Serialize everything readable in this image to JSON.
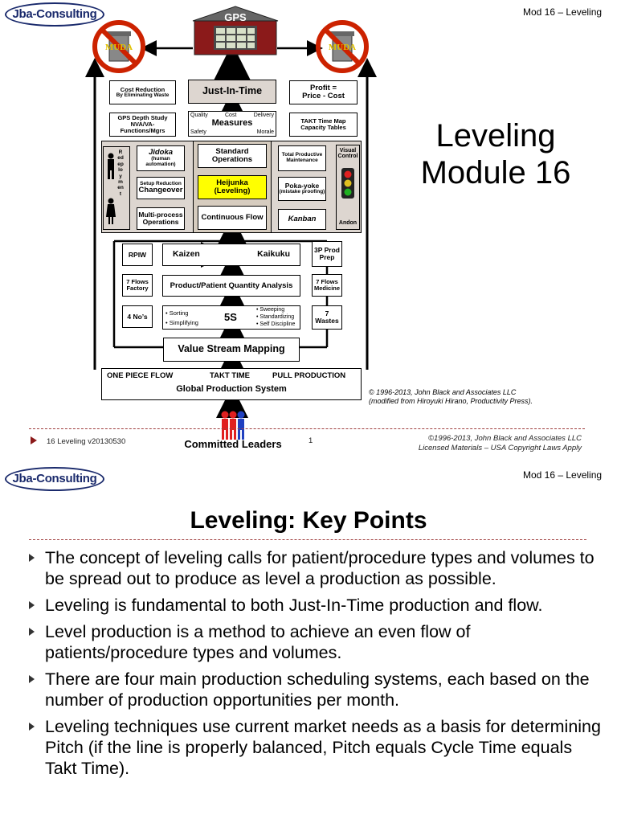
{
  "slide1": {
    "logo": "Jba-Consulting",
    "module_label": "Mod 16 – Leveling",
    "title_line1": "Leveling",
    "title_line2": "Module 16",
    "diagram": {
      "gps": "GPS",
      "muda_left": "MUDA",
      "muda_right": "MUDA",
      "cost_reduction": "Cost Reduction",
      "cost_reduction_sub": "By Eliminating Waste",
      "jit": "Just-In-Time",
      "profit": "Profit =",
      "profit_sub": "Price - Cost",
      "gps_depth": "GPS Depth Study",
      "gps_depth_2": "NVA/VA-",
      "gps_depth_3": "Functions/Mgrs",
      "quality": "Quality",
      "cost": "Cost",
      "delivery": "Delivery",
      "measures": "Measures",
      "safety": "Safety",
      "morale": "Morale",
      "takt_map": "TAKT Time Map",
      "capacity": "Capacity Tables",
      "redeployment": "Redeployment",
      "jidoka": "Jidoka",
      "jidoka_sub": "(human automation)",
      "standard_ops": "Standard Operations",
      "tpm": "Total Productive Maintenance",
      "visual_control": "Visual Control",
      "setup_reduction": "Setup Reduction",
      "changeover": "Changeover",
      "heijunka": "Heijunka",
      "heijunka_sub": "(Leveling)",
      "pokayoke": "Poka-yoke",
      "pokayoke_sub": "(mistake proofing)",
      "multiprocess": "Multi-process Operations",
      "continuous_flow": "Continuous Flow",
      "kanban": "Kanban",
      "andon": "Andon",
      "rpiw": "RPIW",
      "kaizen": "Kaizen",
      "kaikuku": "Kaikuku",
      "prod_prep": "3P Prod Prep",
      "flows_factory": "7 Flows Factory",
      "quantity_analysis": "Product/Patient Quantity Analysis",
      "flows_medicine": "7 Flows Medicine",
      "four_nos": "4 No’s",
      "sorting": "• Sorting",
      "simplifying": "• Simplifying",
      "five_s": "5S",
      "sweeping": "• Sweeping",
      "standardizing": "• Standardizing",
      "self_discipline": "• Self Discipline",
      "seven_wastes": "7 Wastes",
      "vsm": "Value Stream Mapping",
      "one_piece": "ONE PIECE FLOW",
      "takt": "TAKT TIME",
      "pull": "PULL PRODUCTION",
      "global": "Global Production System",
      "committed": "Committed Leaders"
    },
    "credit_line1": "© 1996-2013, John Black and Associates LLC",
    "credit_line2": "(modified from Hiroyuki Hirano, Productivity Press).",
    "footer_left": "16 Leveling v20130530",
    "footer_page": "1",
    "footer_right1": "©1996-2013, John Black and Associates LLC",
    "footer_right2": "Licensed Materials – USA Copyright Laws Apply"
  },
  "slide2": {
    "logo": "Jba-Consulting",
    "module_label": "Mod 16 – Leveling",
    "title": "Leveling: Key Points",
    "bullets": [
      "The concept of leveling calls for patient/procedure types and volumes to be spread out to produce as level a production as possible.",
      "Leveling is fundamental to both Just-In-Time production and flow.",
      "Level production is a method to achieve an even flow of patients/procedure types and volumes.",
      "There are four main production scheduling systems, each based on the number of production opportunities per month.",
      "Leveling techniques use current market needs as a basis for determining Pitch (if the line is properly balanced, Pitch equals Cycle Time equals Takt Time)."
    ]
  },
  "colors": {
    "logo_blue": "#1a2a6c",
    "rule_red": "#a04040",
    "heijunka_yellow": "#ffff00",
    "building_red": "#8b1a1a",
    "muda_red": "#cc2200"
  }
}
